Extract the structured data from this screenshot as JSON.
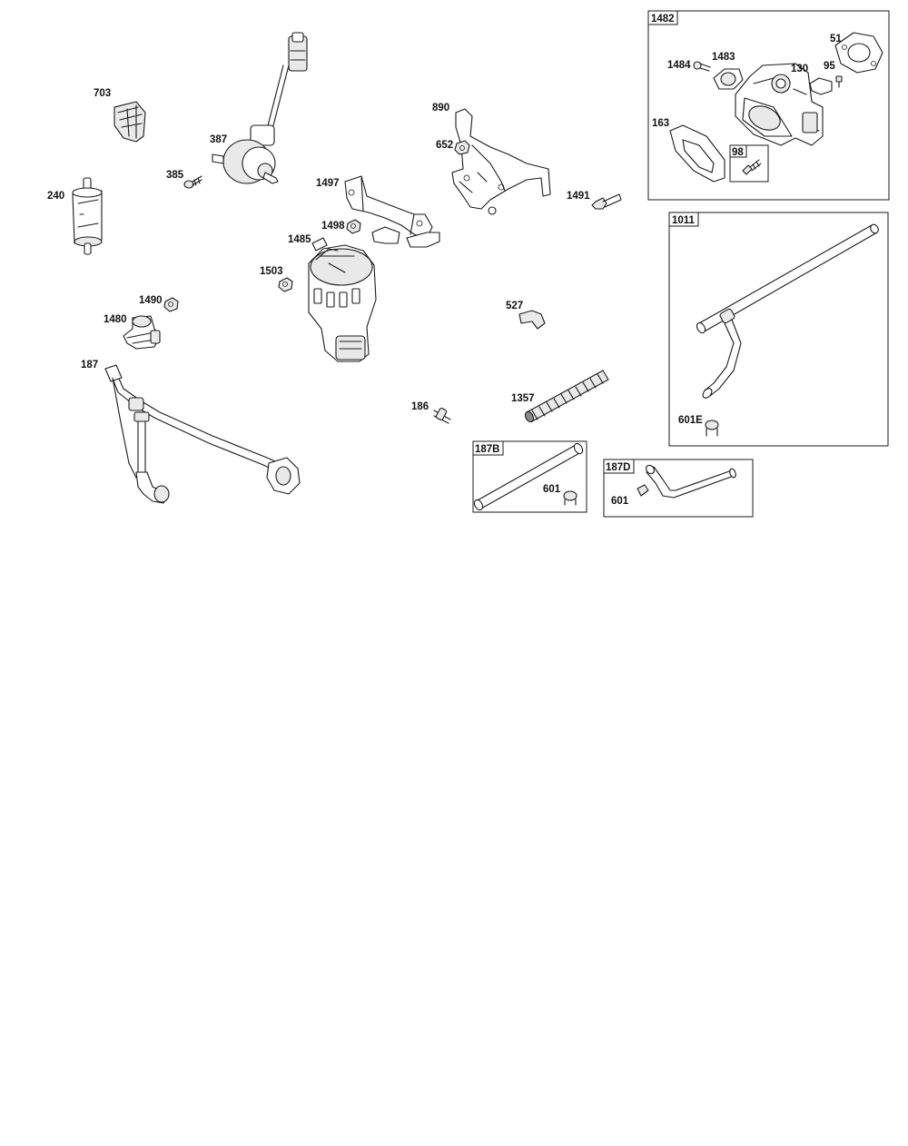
{
  "callouts": {
    "c703": "703",
    "c387": "387",
    "c385": "385",
    "c240": "240",
    "c890": "890",
    "c652": "652",
    "c1497": "1497",
    "c1498": "1498",
    "c1485": "1485",
    "c1503": "1503",
    "c1491": "1491",
    "c1490": "1490",
    "c1480": "1480",
    "c527": "527",
    "c187": "187",
    "c186": "186",
    "c1357": "1357"
  },
  "boxes": {
    "b1482": {
      "tag": "1482",
      "c1484": "1484",
      "c1483": "1483",
      "c51": "51",
      "c130": "130",
      "c95": "95",
      "c163": "163",
      "c98": "98"
    },
    "b1011": {
      "tag": "1011",
      "c601E": "601E"
    },
    "b187B": {
      "tag": "187B",
      "c601": "601"
    },
    "b187D": {
      "tag": "187D",
      "c601": "601"
    }
  }
}
